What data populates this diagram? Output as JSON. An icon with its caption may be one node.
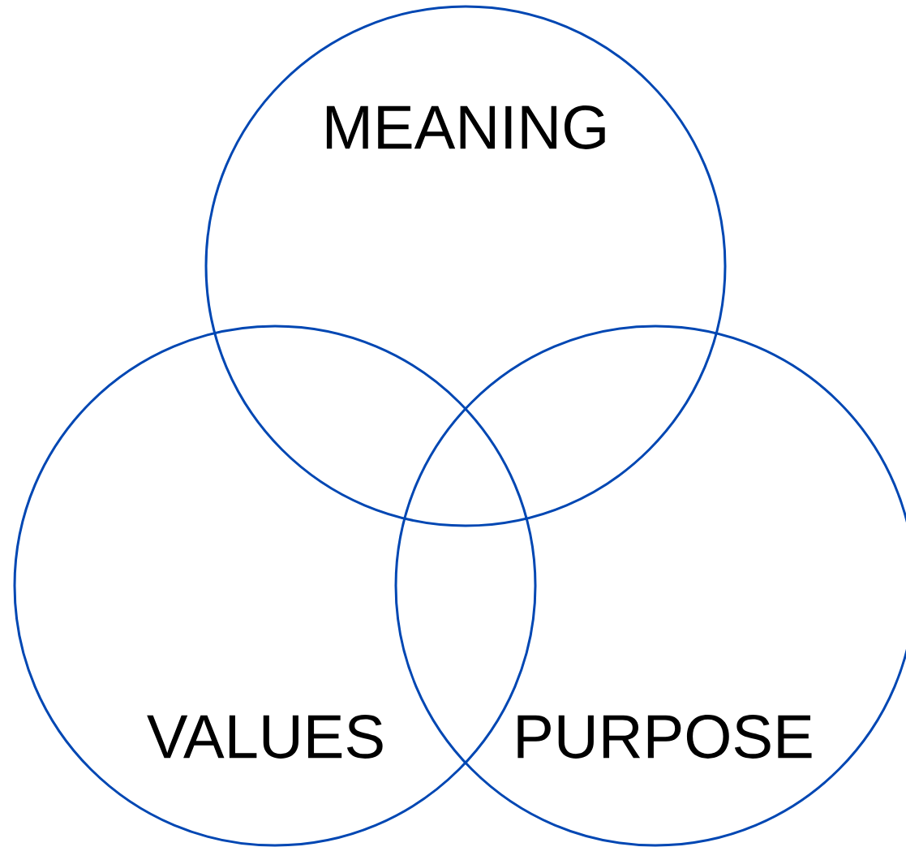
{
  "diagram": {
    "nodes": [
      {
        "text": [
          "MEANING"
        ]
      },
      {
        "text": [
          "VALUES"
        ]
      },
      {
        "text": [
          "PURPOSE"
        ]
      }
    ]
  }
}
